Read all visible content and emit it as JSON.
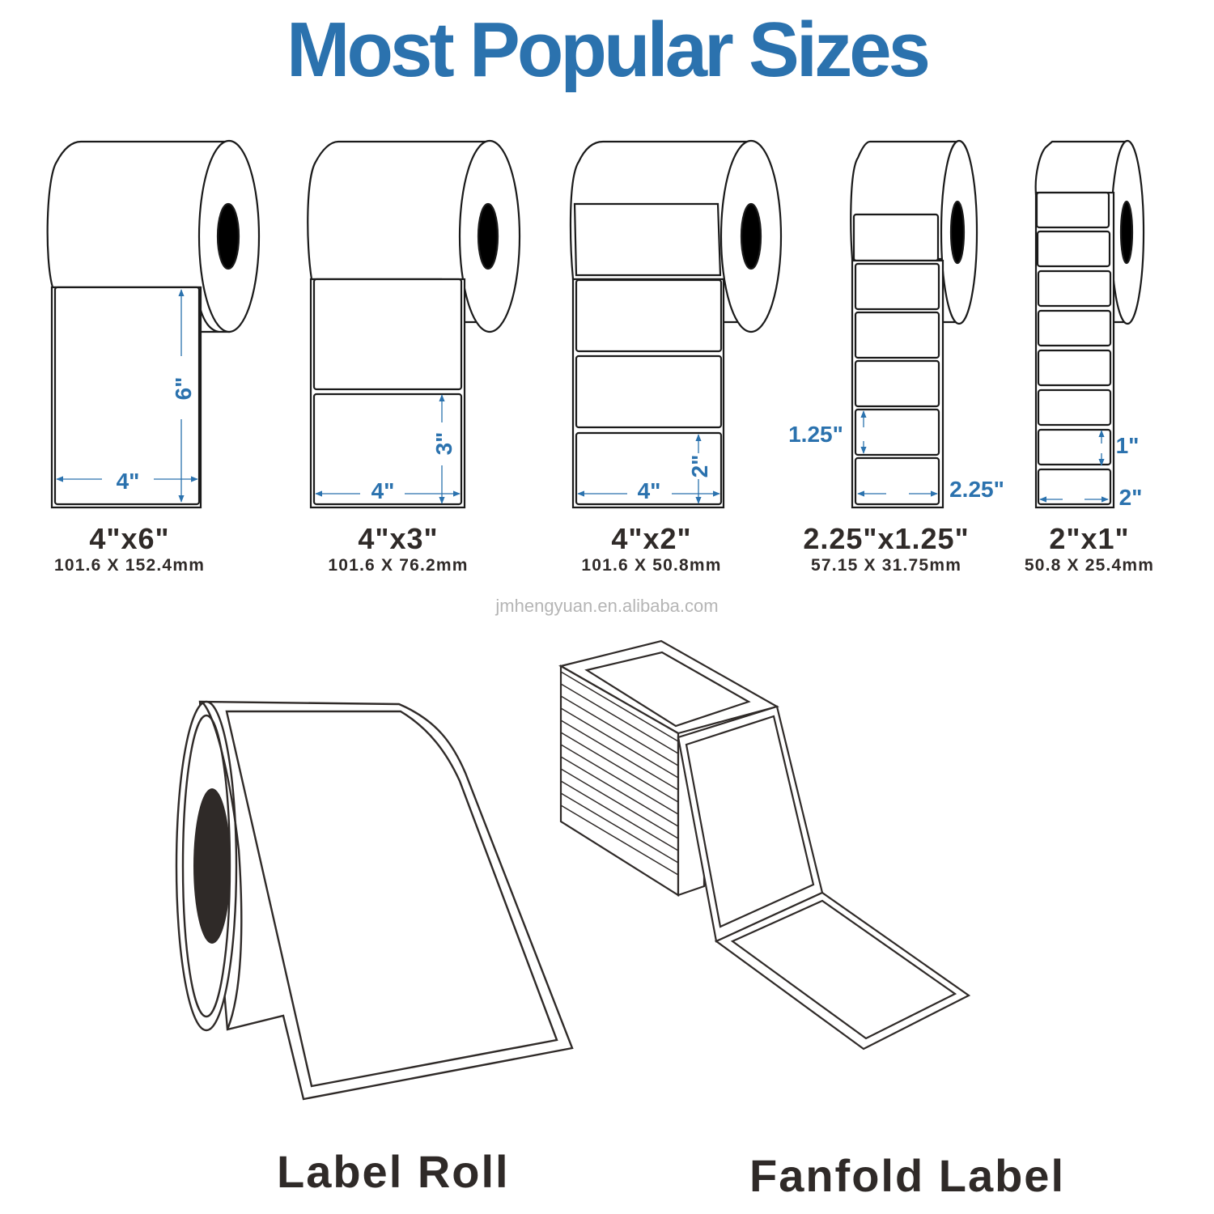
{
  "title": "Most Popular Sizes",
  "colors": {
    "title": "#2b72ae",
    "dimension": "#2b72ae",
    "text": "#2f2a28",
    "watermark": "#b5b5b5",
    "outline": "#1a1a1a"
  },
  "sizes": [
    {
      "label": "4\"x6\"",
      "metric": "101.6 X 152.4mm",
      "width_dim": "4\"",
      "height_dim": "6\""
    },
    {
      "label": "4\"x3\"",
      "metric": "101.6 X 76.2mm",
      "width_dim": "4\"",
      "height_dim": "3\""
    },
    {
      "label": "4\"x2\"",
      "metric": "101.6 X 50.8mm",
      "width_dim": "4\"",
      "height_dim": "2\""
    },
    {
      "label": "2.25\"x1.25\"",
      "metric": "57.15 X 31.75mm",
      "width_dim": "2.25\"",
      "height_dim": "1.25\""
    },
    {
      "label": "2\"x1\"",
      "metric": "50.8 X 25.4mm",
      "width_dim": "2\"",
      "height_dim": "1\""
    }
  ],
  "watermark": "jmhengyuan.en.alibaba.com",
  "types": [
    {
      "label": "Label Roll"
    },
    {
      "label": "Fanfold Label"
    }
  ]
}
